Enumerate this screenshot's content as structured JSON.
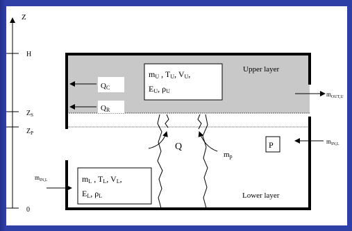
{
  "axis": {
    "name": "Z",
    "ticks": {
      "H": "H",
      "Zs": "Z",
      "Zs_sub": "S",
      "Zp": "Z",
      "Zp_sub": "P",
      "zero": "0"
    }
  },
  "layers": {
    "upper_label": "Upper layer",
    "lower_label": "Lower layer"
  },
  "upper_box": {
    "line1": [
      "m",
      "U",
      " , T",
      "U",
      ", V",
      "U",
      ","
    ],
    "line2": [
      "E",
      "U",
      ", ρ",
      "U"
    ]
  },
  "lower_box": {
    "line1": [
      "m",
      "L",
      " , T",
      "L",
      ", V",
      "L",
      ","
    ],
    "line2": [
      "E",
      "L",
      ", ρ",
      "L"
    ]
  },
  "labels": {
    "Qc": "Q",
    "Qc_sub": "C",
    "Qr": "Q",
    "Qr_sub": "R",
    "Q": "Q",
    "mp": "m",
    "mp_sub": "p",
    "P": "P",
    "mout": "m",
    "mout_sub": "OUT,U",
    "min_right": "m",
    "min_right_sub": "IN,L",
    "min_left": "m",
    "min_left_sub": "IN,L"
  },
  "colors": {
    "upper_fill": "#c8c8c8",
    "background": "#2e3fa6"
  }
}
